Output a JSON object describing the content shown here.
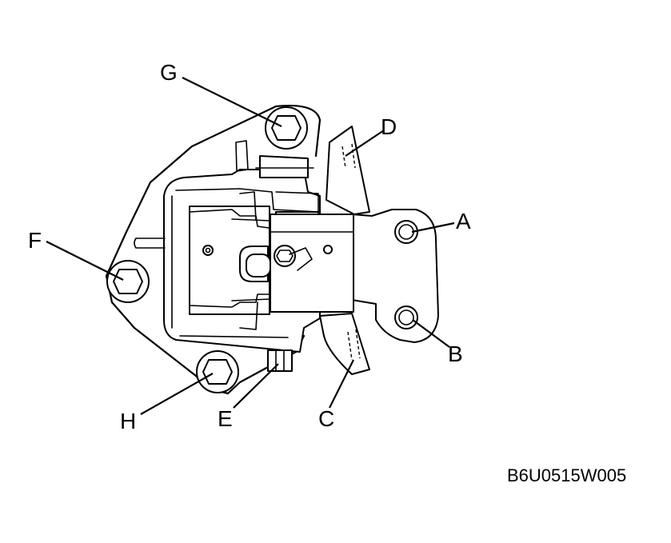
{
  "callouts": {
    "a": "A",
    "b": "B",
    "c": "C",
    "d": "D",
    "e": "E",
    "f": "F",
    "g": "G",
    "h": "H"
  },
  "figure_id": "B6U0515W005"
}
